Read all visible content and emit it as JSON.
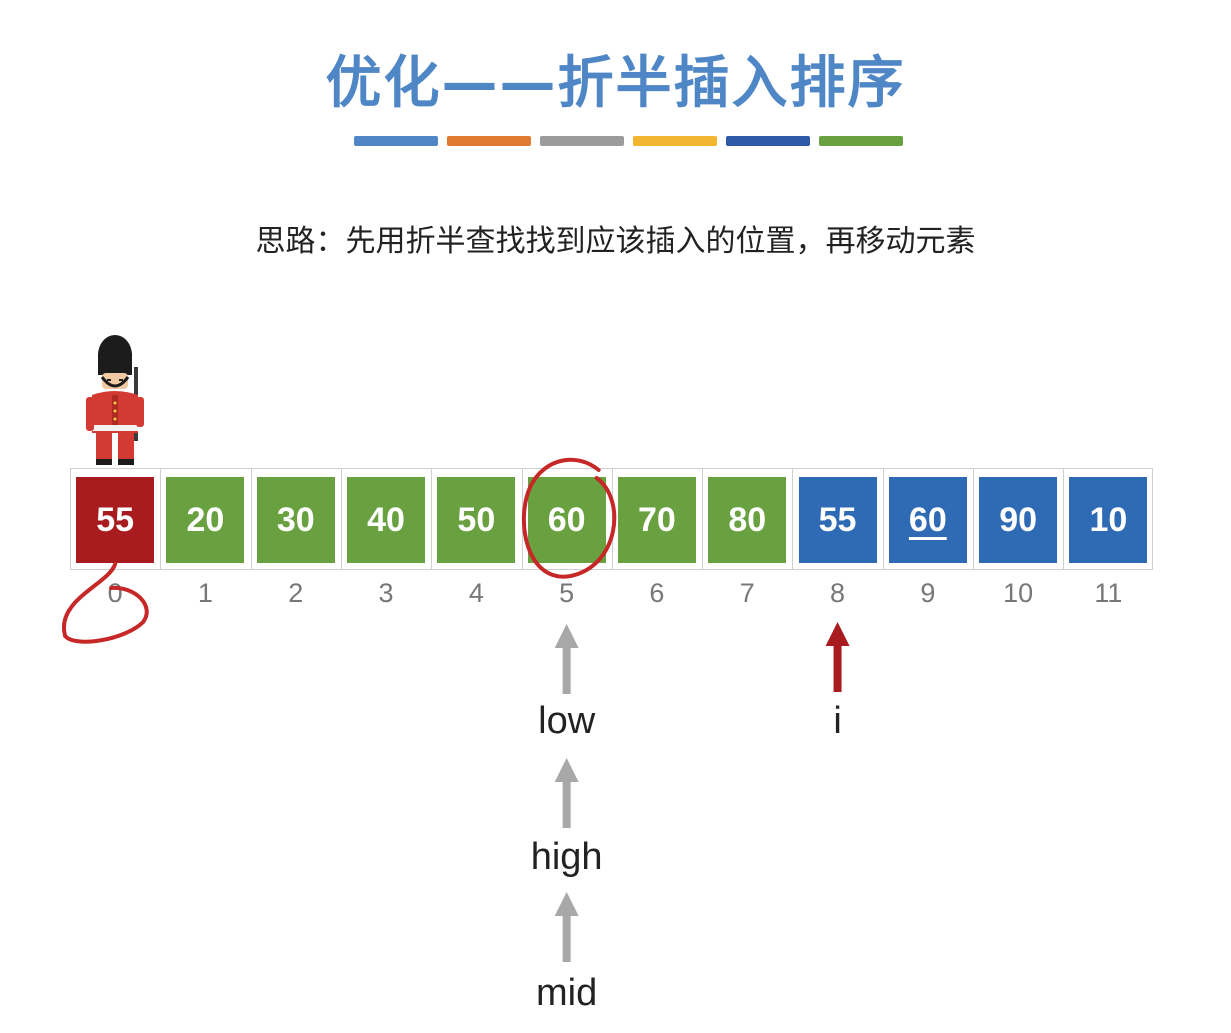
{
  "title": "优化——折半插入排序",
  "subtitle": "思路：先用折半查找找到应该插入的位置，再移动元素",
  "colors": {
    "title": "#4f86c6",
    "sentinel": "#a81c1f",
    "sorted": "#6aa140",
    "unsorted": "#2f6bb4",
    "annotation": "#c62828",
    "pointer_gray": "#a8a8a8",
    "pointer_red": "#a81c1f"
  },
  "color_bar": [
    "#4f86c6",
    "#e07a33",
    "#9b9b9b",
    "#f2b630",
    "#2f5aa8",
    "#6aa140"
  ],
  "array": {
    "cells": [
      {
        "value": "55",
        "index": "0",
        "state": "sentinel"
      },
      {
        "value": "20",
        "index": "1",
        "state": "sorted"
      },
      {
        "value": "30",
        "index": "2",
        "state": "sorted"
      },
      {
        "value": "40",
        "index": "3",
        "state": "sorted"
      },
      {
        "value": "50",
        "index": "4",
        "state": "sorted"
      },
      {
        "value": "60",
        "index": "5",
        "state": "sorted"
      },
      {
        "value": "70",
        "index": "6",
        "state": "sorted"
      },
      {
        "value": "80",
        "index": "7",
        "state": "sorted"
      },
      {
        "value": "55",
        "index": "8",
        "state": "unsorted"
      },
      {
        "value": "60",
        "index": "9",
        "state": "unsorted",
        "underline": true
      },
      {
        "value": "90",
        "index": "10",
        "state": "unsorted"
      },
      {
        "value": "10",
        "index": "11",
        "state": "unsorted"
      }
    ]
  },
  "pointers": {
    "low": {
      "label": "low",
      "at_index": 5
    },
    "high": {
      "label": "high",
      "at_index": 5
    },
    "mid": {
      "label": "mid",
      "at_index": 5
    },
    "i": {
      "label": "i",
      "at_index": 8
    }
  },
  "icons": {
    "sentinel": "royal-guard-icon"
  }
}
